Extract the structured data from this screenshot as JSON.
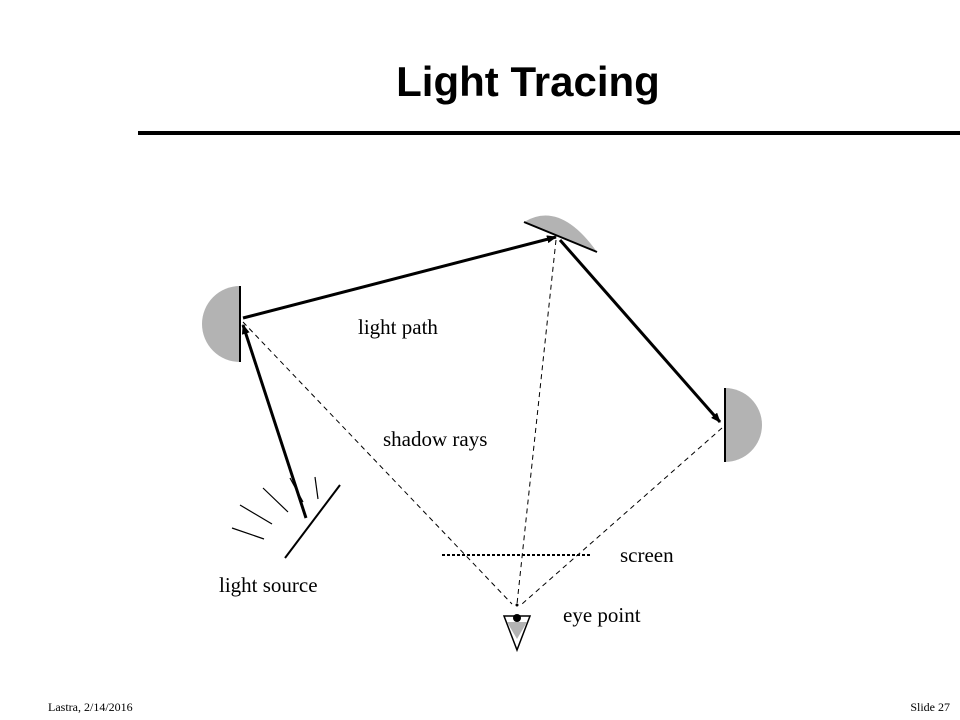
{
  "slide": {
    "title": "Light Tracing",
    "footer_left": "Lastra, 2/14/2016",
    "footer_right": "Slide  27"
  },
  "diagram": {
    "labels": {
      "light_path": "light path",
      "shadow_rays": "shadow rays",
      "screen": "screen",
      "light_source": "light source",
      "eye_point": "eye point"
    },
    "colors": {
      "surface_fill": "#b3b3b3",
      "line": "#000000"
    }
  }
}
